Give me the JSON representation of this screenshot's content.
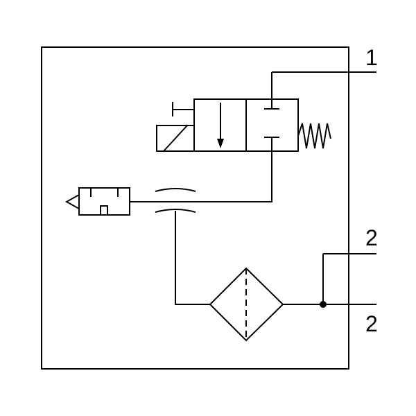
{
  "diagram": {
    "ports": [
      {
        "id": "port-1",
        "label": "1"
      },
      {
        "id": "port-2-upper",
        "label": "2"
      },
      {
        "id": "port-2-lower",
        "label": "2"
      }
    ],
    "components": [
      {
        "id": "solenoid-valve",
        "kind": "3/2 solenoid valve, spring return"
      },
      {
        "id": "silencer",
        "kind": "exhaust silencer"
      },
      {
        "id": "throttle",
        "kind": "restriction"
      },
      {
        "id": "filter",
        "kind": "filter"
      }
    ],
    "colors": {
      "line": "#000000",
      "background": "#ffffff"
    }
  }
}
